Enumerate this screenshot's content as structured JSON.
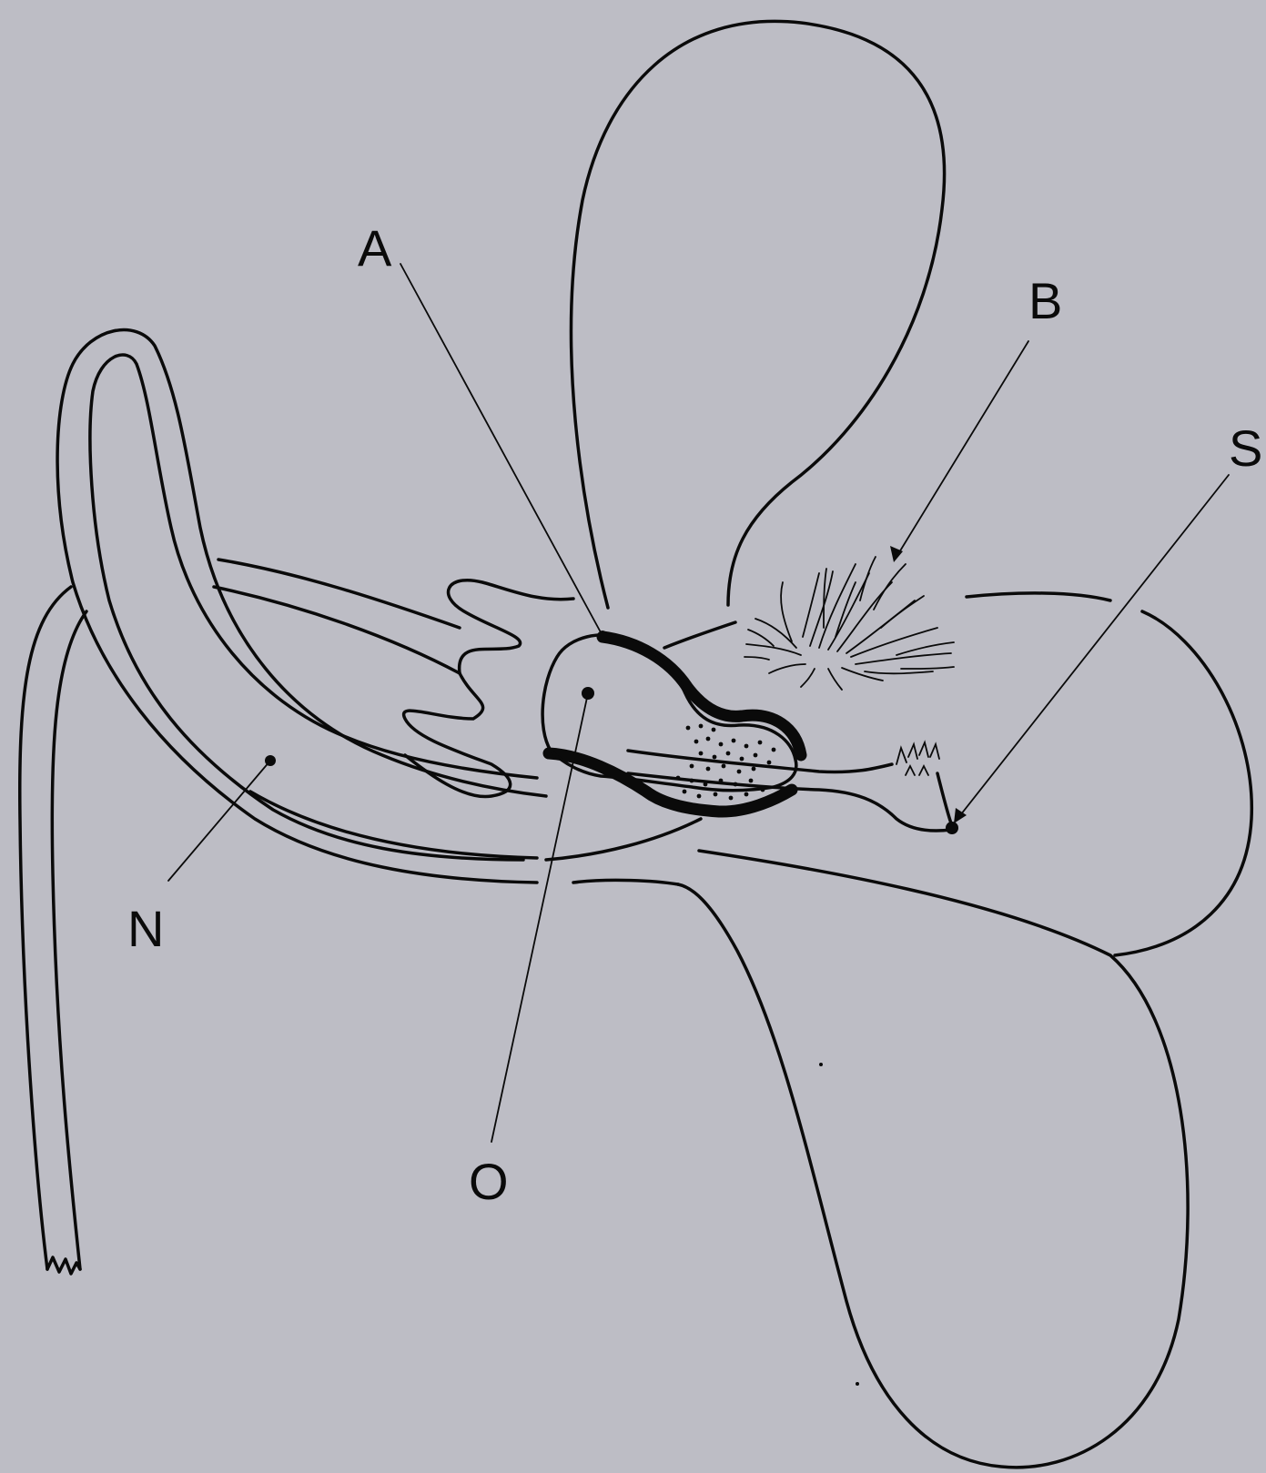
{
  "labels": {
    "a": "A",
    "b": "B",
    "s": "S",
    "n": "N",
    "o": "O"
  },
  "colors": {
    "background": "#bdbdc5",
    "ink": "#0a0a0a"
  }
}
